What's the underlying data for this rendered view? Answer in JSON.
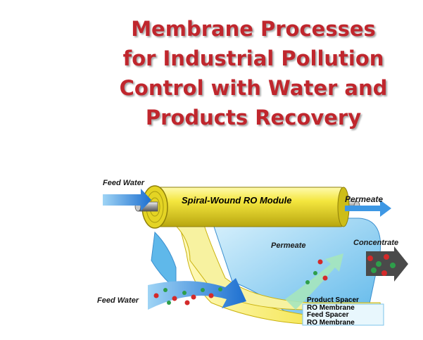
{
  "title_lines": [
    "Membrane Processes",
    "for Industrial Pollution",
    "Control with Water and",
    "Products Recovery"
  ],
  "diagram": {
    "module_label": "Spiral-Wound RO Module",
    "feed_water_top": "Feed Water",
    "feed_water_bottom": "Feed Water",
    "permeate_right": "Permeate",
    "permeate_center": "Permeate",
    "concentrate": "Concentrate",
    "layers": [
      "Product Spacer",
      "RO Membrane",
      "Feed Spacer",
      "RO Membrane"
    ]
  },
  "colors": {
    "title": "#c0262d",
    "arrow_blue": "#2a7ed6",
    "cylinder_yellow": "#f2e23a",
    "membrane_blue": "#8fd2f2"
  }
}
